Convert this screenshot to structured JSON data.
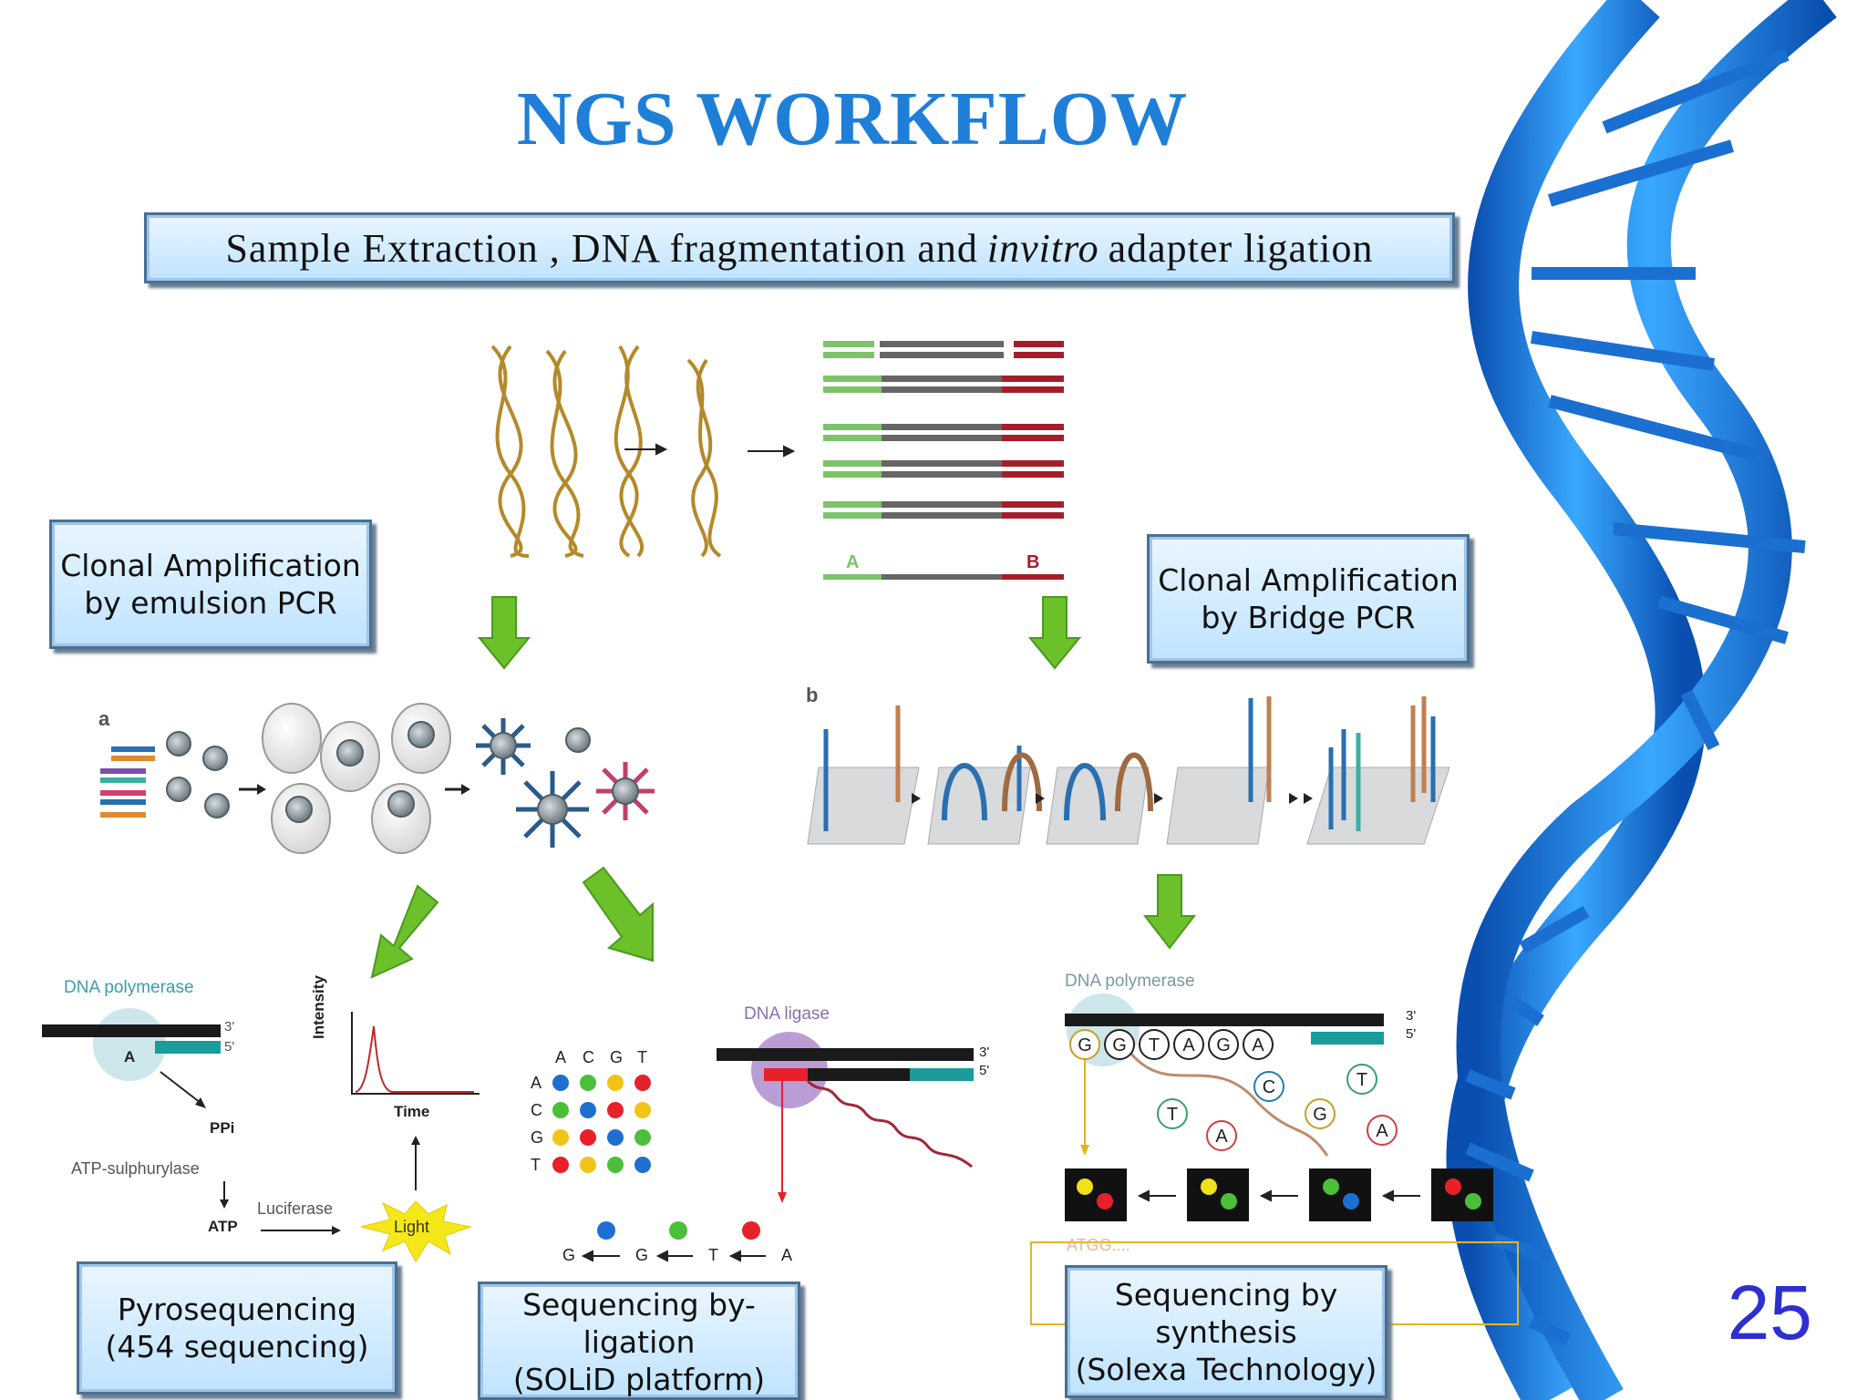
{
  "title": "NGS WORKFLOW",
  "top_box": {
    "prefix": "Sample Extraction , DNA fragmentation and",
    "italic": "invitro",
    "suffix": "adapter ligation"
  },
  "boxes": {
    "emulsion": "Clonal Amplification\nby emulsion PCR",
    "bridge": "Clonal Amplification\nby Bridge PCR",
    "pyro": "Pyrosequencing\n(454 sequencing)",
    "ligation": "Sequencing by-\nligation\n(SOLiD platform)",
    "synthesis": "Sequencing by\nsynthesis\n(Solexa Technology)"
  },
  "fragment_labels": {
    "a": "A",
    "b": "B"
  },
  "panel_labels": {
    "a": "a",
    "b": "b"
  },
  "pyro": {
    "dna_polymerase": "DNA polymerase",
    "base": "A",
    "end3": "3'",
    "end5": "5'",
    "ppi": "PPi",
    "atp_sulphurylase": "ATP-sulphurylase",
    "atp": "ATP",
    "luciferase": "Luciferase",
    "light": "Light",
    "intensity": "Intensity",
    "time": "Time"
  },
  "ligation": {
    "dna_ligase": "DNA ligase",
    "end3": "3'",
    "end5": "5'",
    "matrix_cols": [
      "A",
      "C",
      "G",
      "T"
    ],
    "matrix_rows": [
      "A",
      "C",
      "G",
      "T"
    ],
    "seq": [
      "G",
      "G",
      "T",
      "A"
    ]
  },
  "synthesis": {
    "dna_polymerase": "DNA polymerase",
    "end3": "3'",
    "end5": "5'",
    "strand": [
      "G",
      "G",
      "T",
      "A",
      "G",
      "A"
    ],
    "free": [
      "C",
      "T",
      "T",
      "G",
      "A",
      "A"
    ],
    "read": "ATGG...."
  },
  "page_number": "25",
  "colors": {
    "title": "#1f7fd8",
    "arrow": "#6cc02a",
    "box_fill": "#d4ecff",
    "dna": "#1e7fe0"
  }
}
